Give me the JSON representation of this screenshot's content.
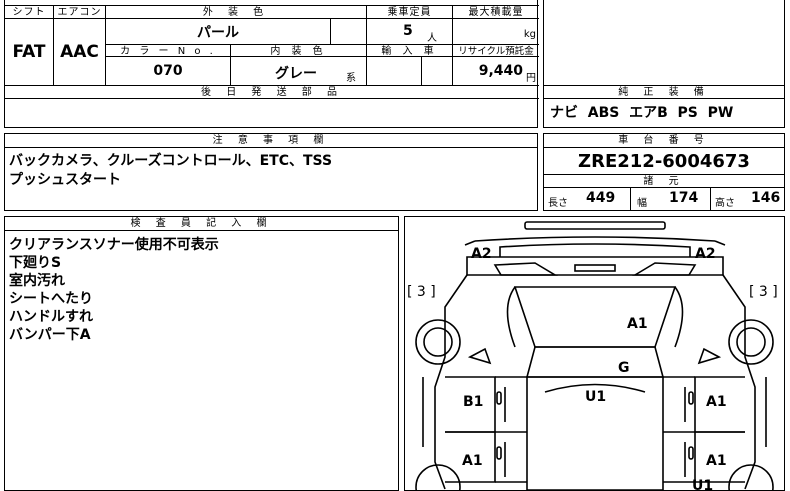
{
  "spec": {
    "col_shift": "シフト",
    "col_aircon": "エアコン",
    "col_exterior": "外 装 色",
    "col_capacity": "乗車定員",
    "col_max_load": "最大積載量",
    "shift_value": "FAT",
    "aircon_value": "AAC",
    "exterior_value": "パール",
    "capacity_value": "5",
    "capacity_unit": "人",
    "max_load_unit": "kg",
    "col_color_no": "カ ラ ー N o .",
    "col_interior": "内 装 色",
    "col_import": "輸 入 車",
    "col_recycle": "リサイクル預託金",
    "color_no_value": "070",
    "interior_value": "グレー",
    "interior_suffix": "系",
    "recycle_value": "9,440",
    "recycle_unit": "円",
    "col_later_parts": "後 日 発 送 部 品"
  },
  "genuine": {
    "header": "純 正 装 備",
    "items": "ナビ  ABS  エアB  PS  PW"
  },
  "notes": {
    "header": "注 意 事 項 欄",
    "line1": "バックカメラ、クルーズコントロール、ETC、TSS",
    "line2": "プッシュスタート"
  },
  "chassis": {
    "header": "車 台 番 号",
    "number": "ZRE212-6004673",
    "specs_header": "諸 元",
    "length_label": "長さ",
    "length_value": "449",
    "width_label": "幅",
    "width_value": "174",
    "height_label": "高さ",
    "height_value": "146"
  },
  "inspector": {
    "header": "検 査 員 記 入 欄",
    "lines": [
      "クリアランスソナー使用不可表示",
      "下廻りS",
      "室内汚れ",
      "シートへたり",
      "ハンドルすれ",
      "バンパー下A"
    ]
  },
  "diagram": {
    "a2_left": "A2",
    "a2_right": "A2",
    "bracket_left": "[ 3 ]",
    "bracket_right": "[ 3 ]",
    "a1_hood": "A1",
    "g": "G",
    "b1": "B1",
    "u1_roof": "U1",
    "a1_right_front_door": "A1",
    "a1_left_rear_door": "A1",
    "a1_right_rear_door": "A1",
    "u1_bottom": "U1"
  }
}
